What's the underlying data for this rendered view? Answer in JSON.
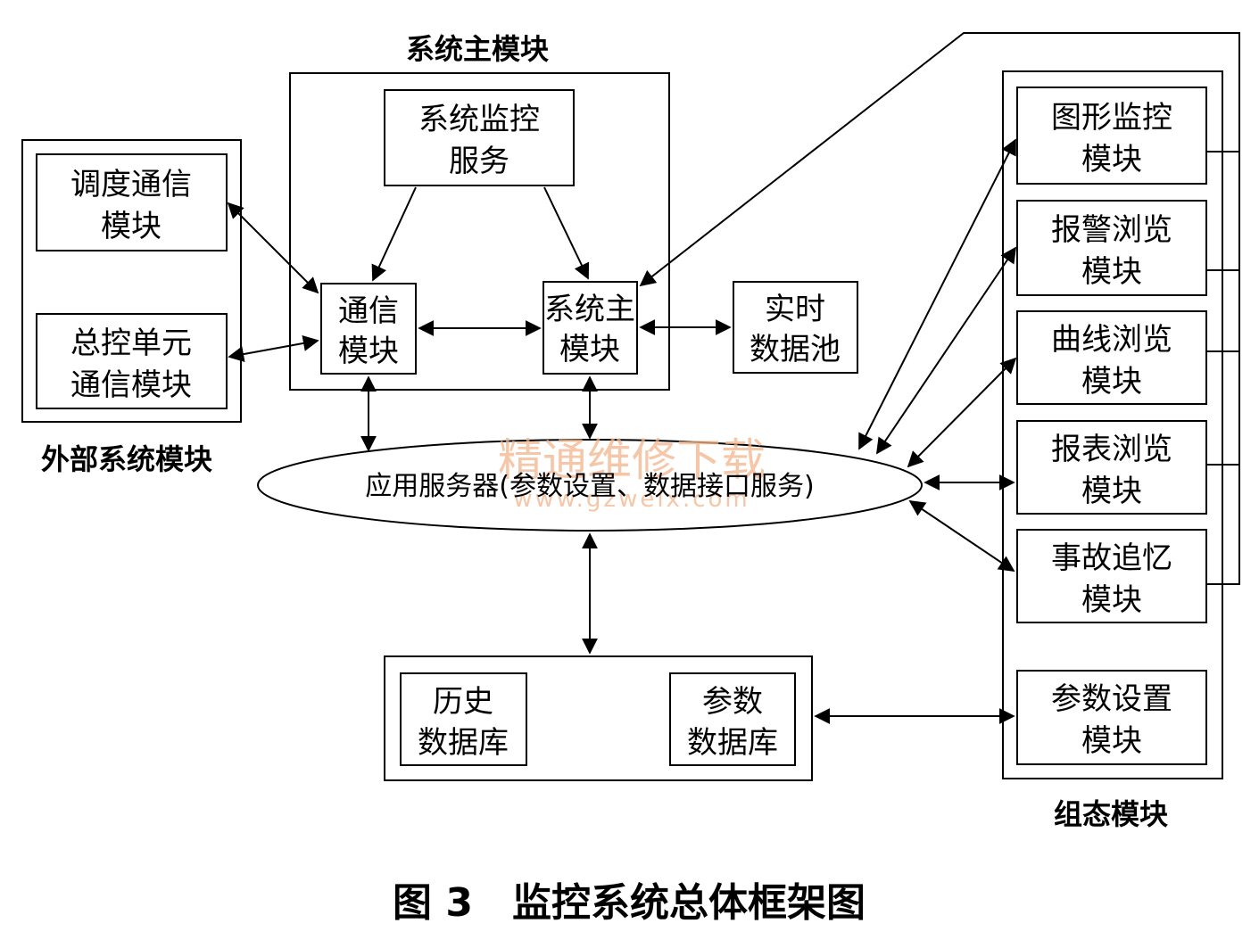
{
  "groups": {
    "system_main": "系统主模块",
    "external": "外部系统模块",
    "config": "组态模块"
  },
  "nodes": {
    "sys_monitor_service": [
      "系统监控",
      "服务"
    ],
    "comm_module": [
      "通信",
      "模块"
    ],
    "sys_main_module": [
      "系统主",
      "模块"
    ],
    "realtime_pool": [
      "实时",
      "数据池"
    ],
    "dispatch_comm": [
      "调度通信",
      "模块"
    ],
    "master_unit_comm": [
      "总控单元",
      "通信模块"
    ],
    "graph_monitor": [
      "图形监控",
      "模块"
    ],
    "alarm_browse": [
      "报警浏览",
      "模块"
    ],
    "curve_browse": [
      "曲线浏览",
      "模块"
    ],
    "report_browse": [
      "报表浏览",
      "模块"
    ],
    "accident_recall": [
      "事故追忆",
      "模块"
    ],
    "param_setting": [
      "参数设置",
      "模块"
    ],
    "history_db": [
      "历史",
      "数据库"
    ],
    "param_db": [
      "参数",
      "数据库"
    ]
  },
  "server": "应用服务器(参数设置、数据接口服务)",
  "caption": "图 3　监控系统总体框架图",
  "watermark": {
    "text": "精通维修下载",
    "url": "www.gzweix.com"
  }
}
